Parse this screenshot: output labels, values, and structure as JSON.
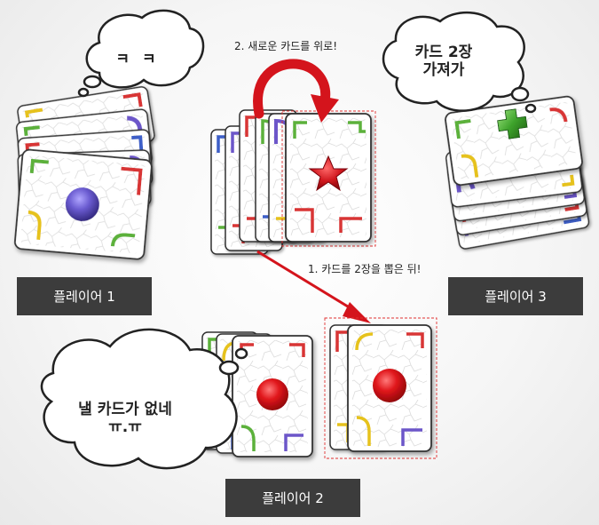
{
  "players": {
    "p1": {
      "label": "플레이어 1",
      "speech": "ㅋ ㅋ"
    },
    "p2": {
      "label": "플레이어 2",
      "speech_line1": "낼 카드가 없네",
      "speech_line2": "ㅠ.ㅠ"
    },
    "p3": {
      "label": "플레이어 3",
      "speech_line1": "카드 2장",
      "speech_line2": "가져가"
    }
  },
  "steps": {
    "draw_two": "1. 카드를 2장을 뽑은 뒤!",
    "new_card_on_top": "2. 새로운 카드를 위로!"
  },
  "colors": {
    "arrow_red": "#d4141c",
    "label_bg": "#3c3c3c",
    "circle_red": "#e0161b",
    "circle_purple": "#6a5bd0",
    "star_red": "#d0161d",
    "plus_green": "#3ea32c",
    "edge_red": "#d83434",
    "edge_green": "#5bb13a",
    "edge_purple": "#6c57c9",
    "edge_yellow": "#e6c21c",
    "edge_blue": "#3e5fc8"
  },
  "icons": {
    "p1_top_card": "purple-circle-icon",
    "center_top_card": "red-star-icon",
    "p3_top_card": "green-plus-icon",
    "p2_top_card": "red-circle-icon",
    "drawn_card": "red-circle-icon"
  }
}
